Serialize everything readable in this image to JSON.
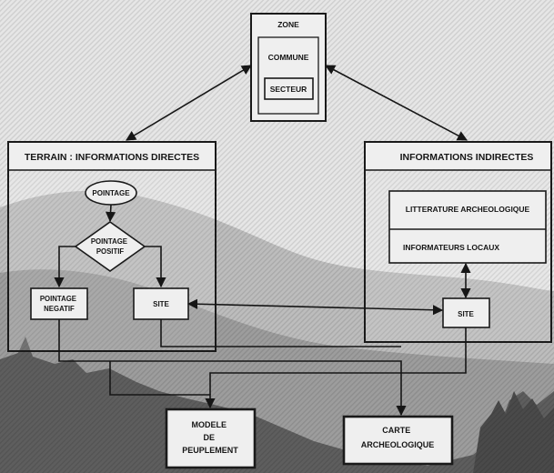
{
  "zone": {
    "title": "ZONE",
    "commune": "COMMUNE",
    "secteur": "SECTEUR"
  },
  "terrain": {
    "title": "TERRAIN : INFORMATIONS DIRECTES",
    "pointage": "POINTAGE",
    "pointage_positif": [
      "POINTAGE",
      "POSITIF"
    ],
    "pointage_negatif": [
      "POINTAGE",
      "NEGATIF"
    ],
    "site": "SITE"
  },
  "indirectes": {
    "title": "INFORMATIONS INDIRECTES",
    "litterature": "LITTERATURE ARCHEOLOGIQUE",
    "informateurs": "INFORMATEURS LOCAUX",
    "site": "SITE"
  },
  "outputs": {
    "modele": [
      "MODELE",
      "DE",
      "PEUPLEMENT"
    ],
    "carte": [
      "CARTE",
      "ARCHEOLOGIQUE"
    ]
  },
  "colors": {
    "ink": "#161616",
    "box_fill": "#efefef",
    "sky": "#e6e6e6",
    "hills": "#a9a9a9",
    "trees": "#5e5e5e"
  }
}
